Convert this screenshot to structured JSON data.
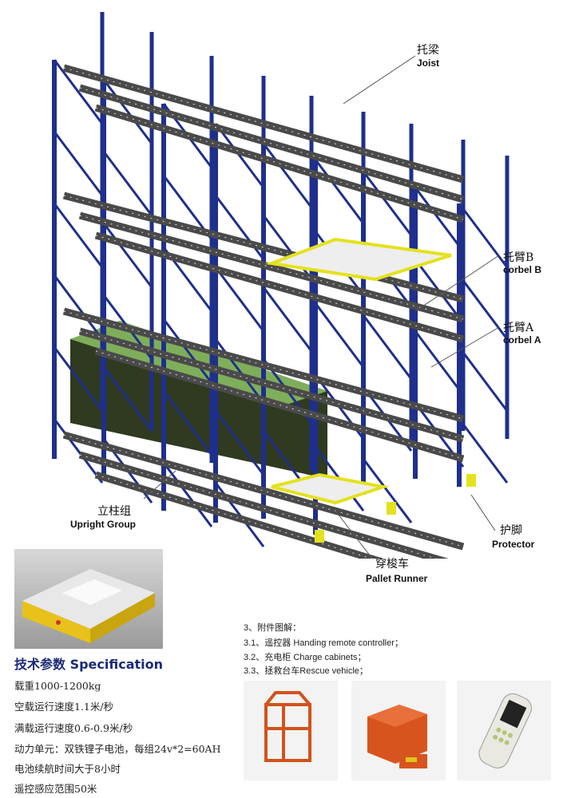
{
  "labels": {
    "joist": {
      "cn": "托梁",
      "en": "Joist"
    },
    "corbel_b": {
      "cn": "托臂B",
      "en": "corbel B"
    },
    "corbel_a": {
      "cn": "托臂A",
      "en": "corbel A"
    },
    "upright": {
      "cn": "立柱组",
      "en": "Upright Group"
    },
    "protector": {
      "cn": "护脚",
      "en": "Protector"
    },
    "runner": {
      "cn": "穿梭车",
      "en": "Pallet Runner"
    }
  },
  "spec": {
    "title": "技术参数  Specification",
    "lines": [
      "载重1000-1200kg",
      "空载运行速度1.1米/秒",
      "满载运行速度0.6-0.9米/秒",
      "动力单元：双铁锂子电池，每组24v*2=60AH",
      "电池续航时间大于8小时",
      "遥控感应范围50米"
    ]
  },
  "attachments": {
    "title": "3、附件图解：",
    "items": [
      "3.1、遥控器 Handing remote controller；",
      "3.2、充电柜 Charge cabinets；",
      "3.3、拯救台车Rescue vehicle；"
    ]
  },
  "colors": {
    "upright": "#1f2f8c",
    "bracket": "#e4e21c",
    "joist": "#4a4a4a",
    "box": "#2f3a20"
  }
}
